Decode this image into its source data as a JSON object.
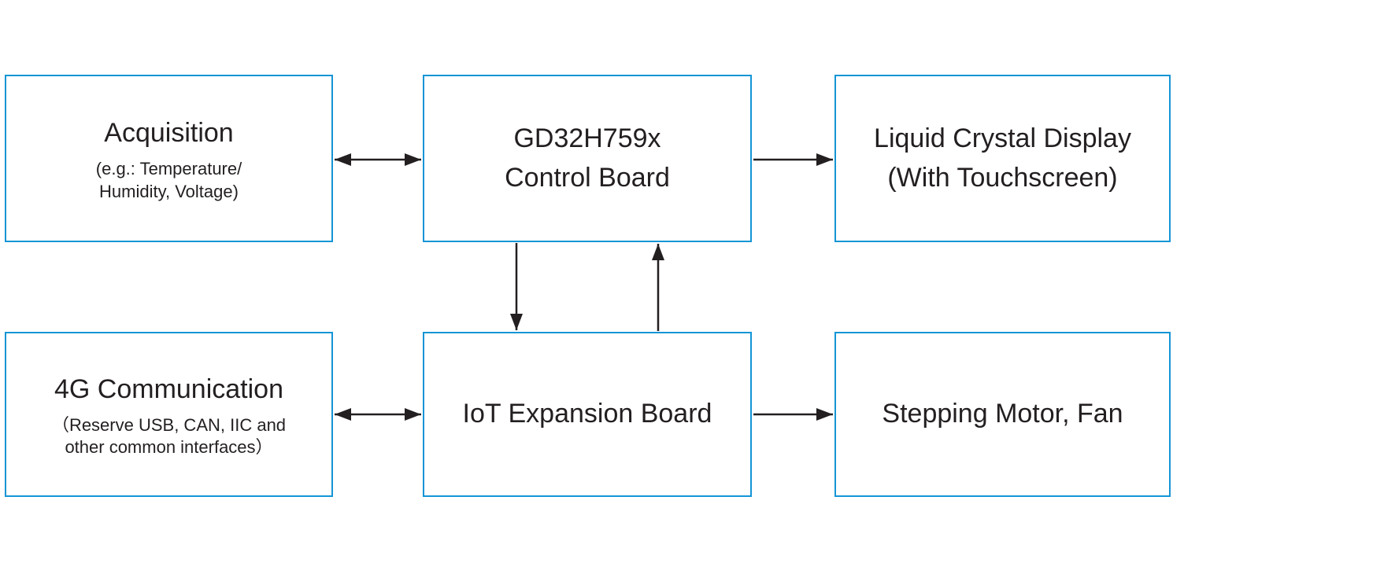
{
  "diagram": {
    "nodes": [
      {
        "id": "acquisition",
        "title": "Acquisition",
        "subtitle": "(e.g.: Temperature/\nHumidity, Voltage)"
      },
      {
        "id": "control-board",
        "title": "GD32H759x\nControl Board",
        "subtitle": ""
      },
      {
        "id": "lcd",
        "title": "Liquid Crystal Display\n(With Touchscreen)",
        "subtitle": ""
      },
      {
        "id": "4g-communication",
        "title": "4G Communication",
        "subtitle": "（Reserve USB, CAN, IIC and\nother common interfaces）"
      },
      {
        "id": "iot-expansion",
        "title": "IoT Expansion Board",
        "subtitle": ""
      },
      {
        "id": "stepping-motor-fan",
        "title": "Stepping Motor, Fan",
        "subtitle": ""
      }
    ],
    "edges": [
      {
        "from": "acquisition",
        "to": "control-board",
        "direction": "bidirectional"
      },
      {
        "from": "control-board",
        "to": "lcd",
        "direction": "forward"
      },
      {
        "from": "control-board",
        "to": "iot-expansion",
        "direction": "forward"
      },
      {
        "from": "iot-expansion",
        "to": "control-board",
        "direction": "forward"
      },
      {
        "from": "4g-communication",
        "to": "iot-expansion",
        "direction": "bidirectional"
      },
      {
        "from": "iot-expansion",
        "to": "stepping-motor-fan",
        "direction": "forward"
      }
    ],
    "colors": {
      "box_border": "#1495d5",
      "text": "#231f20",
      "arrow": "#231f20",
      "background": "#ffffff"
    }
  }
}
